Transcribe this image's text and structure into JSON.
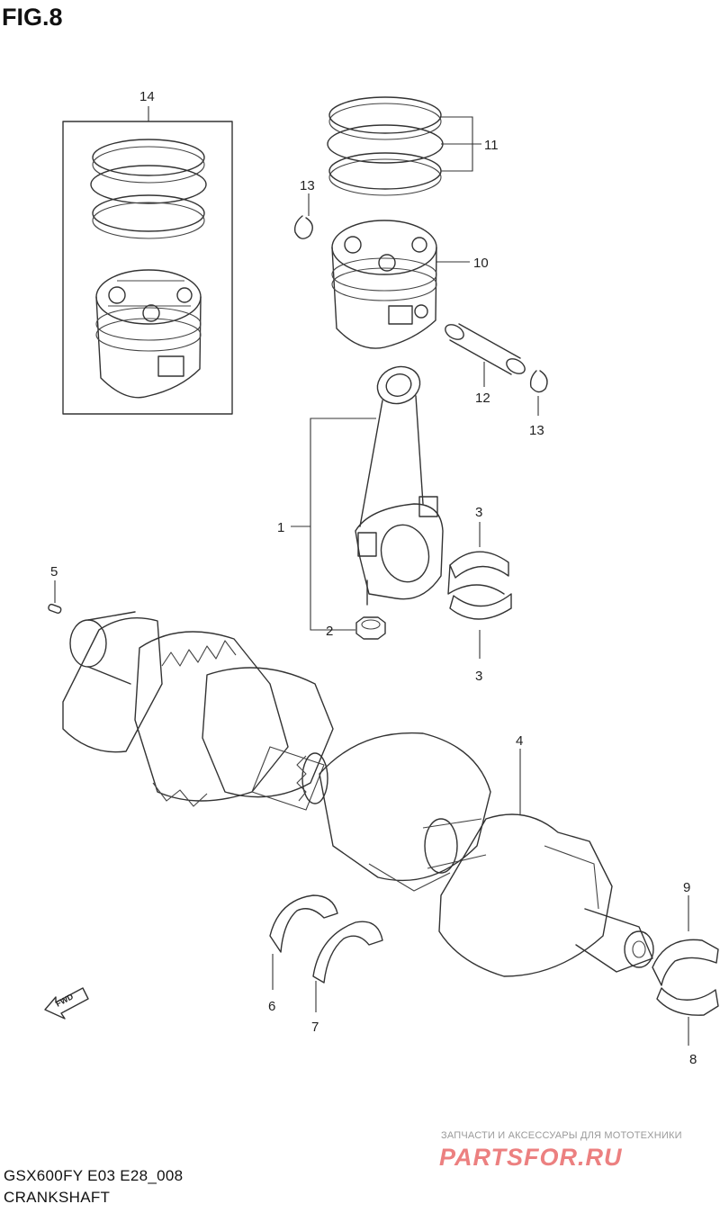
{
  "figure": {
    "title": "FIG.8",
    "model_code": "GSX600FY E03 E28_008",
    "section_name": "CRANKSHAFT"
  },
  "callouts": [
    {
      "id": "callout-1",
      "label": "1"
    },
    {
      "id": "callout-2",
      "label": "2"
    },
    {
      "id": "callout-3-top",
      "label": "3"
    },
    {
      "id": "callout-3-bottom",
      "label": "3"
    },
    {
      "id": "callout-4",
      "label": "4"
    },
    {
      "id": "callout-5",
      "label": "5"
    },
    {
      "id": "callout-6",
      "label": "6"
    },
    {
      "id": "callout-7",
      "label": "7"
    },
    {
      "id": "callout-8",
      "label": "8"
    },
    {
      "id": "callout-9",
      "label": "9"
    },
    {
      "id": "callout-10",
      "label": "10"
    },
    {
      "id": "callout-11",
      "label": "11"
    },
    {
      "id": "callout-12",
      "label": "12"
    },
    {
      "id": "callout-13-top",
      "label": "13"
    },
    {
      "id": "callout-13-bottom",
      "label": "13"
    },
    {
      "id": "callout-14",
      "label": "14"
    }
  ],
  "fwd_arrow": {
    "label": "FWD"
  },
  "watermark": {
    "tagline": "ЗАПЧАСТИ И АКСЕССУАРЫ ДЛЯ МОТОТЕХНИКИ",
    "logo": "PARTSFOR.RU",
    "logo_color": "#ec8080"
  }
}
